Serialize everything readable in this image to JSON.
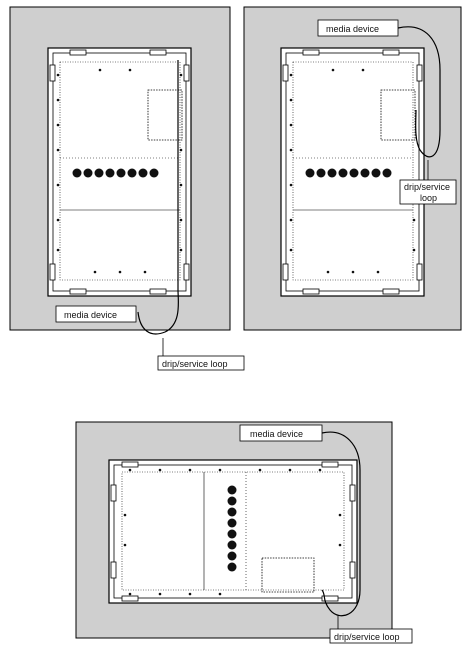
{
  "panels": [
    {
      "orientation": "portrait",
      "media_device_label": "media device",
      "drip_loop_label": "drip/service loop"
    },
    {
      "orientation": "portrait",
      "media_device_label": "media device",
      "drip_loop_label_line1": "drip/service",
      "drip_loop_label_line2": "loop"
    },
    {
      "orientation": "landscape",
      "media_device_label": "media device",
      "drip_loop_label": "drip/service loop"
    }
  ],
  "colors": {
    "wall": "#cfcfcf",
    "frame": "#ffffff",
    "line": "#000000",
    "hole": "#111111"
  }
}
